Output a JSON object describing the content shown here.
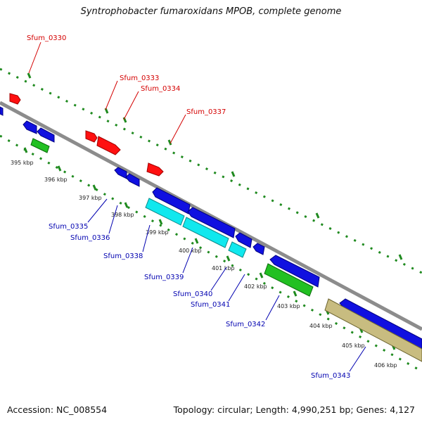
{
  "title": "Syntrophobacter fumaroxidans MPOB, complete genome",
  "footer": {
    "accession": "Accession: NC_008554",
    "summary": "Topology: circular; Length: 4,990,251 bp; Genes: 4,127"
  },
  "colors": {
    "backbone": "#8c8c8c",
    "tick": "#1f8a1f",
    "label_forward": "#d40000",
    "label_reverse": "#0000b0",
    "gene_red": "#ff1010",
    "gene_blue": "#1010e0",
    "gene_cyan": "#10e8ee",
    "gene_green": "#22c022",
    "gene_olive": "#c8bc80"
  },
  "kbp_labels": [
    "395 kbp",
    "396 kbp",
    "397 kbp",
    "398 kbp",
    "399 kbp",
    "400 kbp",
    "401 kbp",
    "402 kbp",
    "403 kbp",
    "404 kbp",
    "405 kbp",
    "406 kbp"
  ],
  "forward_gene_labels": [
    "Sfum_0330",
    "Sfum_0333",
    "Sfum_0334",
    "Sfum_0337"
  ],
  "reverse_gene_labels": [
    "Sfum_0335",
    "Sfum_0336",
    "Sfum_0338",
    "Sfum_0339",
    "Sfum_0340",
    "Sfum_0341",
    "Sfum_0342",
    "Sfum_0343"
  ]
}
